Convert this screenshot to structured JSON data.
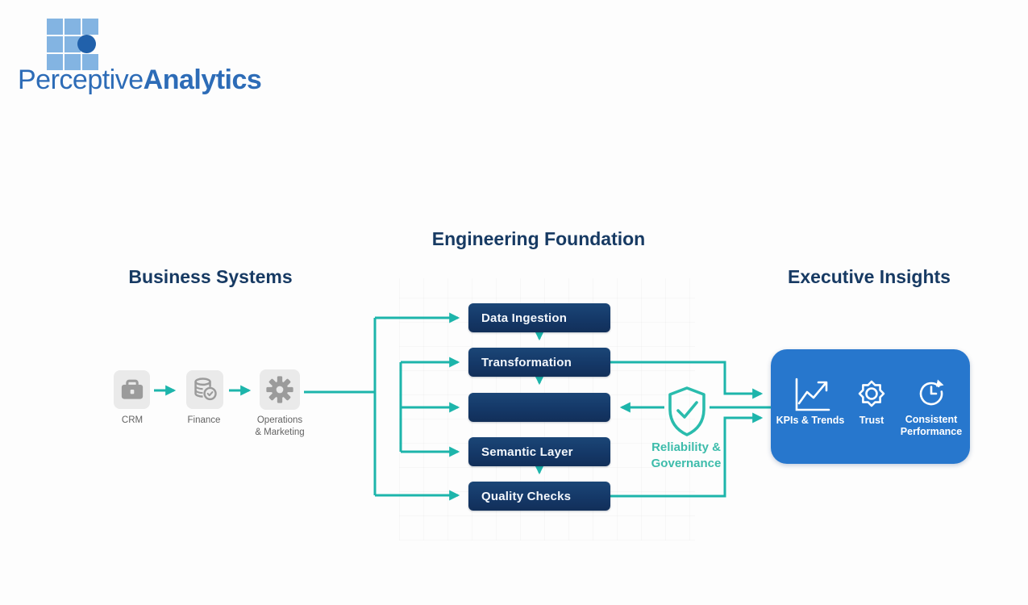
{
  "brand": {
    "name_regular": "Perceptive",
    "name_bold": "Analytics",
    "logo_icon": "grid-of-squares-with-dot"
  },
  "sections": {
    "business_systems": {
      "title": "Business Systems",
      "items": [
        {
          "label": "CRM",
          "icon": "briefcase-icon"
        },
        {
          "label": "Finance",
          "icon": "coin-stack-check-icon"
        },
        {
          "label_line1": "Operations",
          "label_line2": "& Marketing",
          "icon": "gear-icon"
        }
      ]
    },
    "engineering_foundation": {
      "title": "Engineering Foundation",
      "stages": [
        {
          "label": "Data Ingestion"
        },
        {
          "label": "Transformation"
        },
        {
          "label": ""
        },
        {
          "label": "Semantic Layer"
        },
        {
          "label": "Quality Checks"
        }
      ]
    },
    "governance": {
      "icon": "shield-check-icon",
      "label_line1": "Reliability &",
      "label_line2": "Governance"
    },
    "executive_insights": {
      "title": "Executive Insights",
      "items": [
        {
          "label": "KPIs & Trends",
          "icon": "trend-chart-icon"
        },
        {
          "label": "Trust",
          "icon": "seal-badge-icon"
        },
        {
          "label_line1": "Consistent",
          "label_line2": "Performance",
          "icon": "clock-refresh-icon"
        }
      ]
    }
  },
  "colors": {
    "navy_box": "#143766",
    "heading_navy": "#173a63",
    "teal_connector": "#1db5ab",
    "teal_shield": "#2abcad",
    "panel_blue": "#2777cd",
    "logo_blue_text": "#2d6cb7",
    "logo_square_blue": "#83b4e2",
    "logo_dot_blue": "#2161ab",
    "tile_gray": "#eaeaea",
    "icon_gray": "#9b9b9b"
  }
}
